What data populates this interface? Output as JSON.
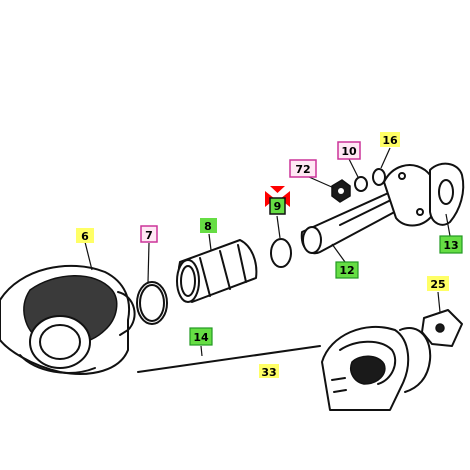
{
  "callouts": [
    {
      "id": "6",
      "label": "6",
      "style": "yellow"
    },
    {
      "id": "7",
      "label": "7",
      "style": "pink"
    },
    {
      "id": "8",
      "label": "8",
      "style": "green"
    },
    {
      "id": "9",
      "label": "9",
      "style": "selected"
    },
    {
      "id": "72",
      "label": "72",
      "style": "pink"
    },
    {
      "id": "10",
      "label": "10",
      "style": "pink"
    },
    {
      "id": "16",
      "label": "16",
      "style": "yellow"
    },
    {
      "id": "13",
      "label": "13",
      "style": "green"
    },
    {
      "id": "12",
      "label": "12",
      "style": "green"
    },
    {
      "id": "14",
      "label": "14",
      "style": "green"
    },
    {
      "id": "25",
      "label": "25",
      "style": "yellow"
    },
    {
      "id": "33",
      "label": "33",
      "style": "yellow"
    }
  ],
  "colors": {
    "yellow_highlight": "#ffff66",
    "green_highlight": "#66dd44",
    "green_border": "#229922",
    "pink_border": "#cc3399",
    "pink_fill": "#ffe8f4",
    "selected_marker": "#ff0000",
    "ink": "#111111"
  }
}
